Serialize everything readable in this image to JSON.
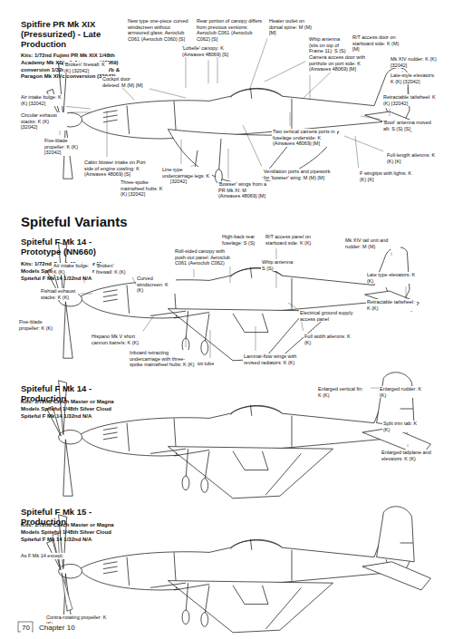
{
  "diagram": {
    "labels": [
      "Spitfire PR Mk XIX (Pressurized) - Late Production",
      "Kits: 1/72nd Fujimi PR Mk XIX 1/48th Academy Mk XIVc & Airwaves (48069) conversion 1/32nd Hasegawa Mk Vb & Paragon Mk XIVc conversion (32042)",
      "New type one-piece curved windscreen without armoured glass: Aeroclub C061 (Aeroclub C060) [S]",
      "Rear portion of canopy differs from previous versions: Aeroclub C061 (Aeroclub C062) [S]",
      "Heater outlet on dorsal spine: M (M) [M]",
      "Whip antenna (sits on top of Frame 11): S (S) [S]",
      "R/T access door on starboard side: K (M) [M]",
      "Camera access door with porthole on port side: K (Airwaves 48069) [M]",
      "Mk XIV rudder: K (K) [32042]",
      "Late-style elevators: K (K) [32042]",
      "Retractable tailwheel: K (K) [32042]",
      "'Boot' antenna moved aft: S (S) [S]",
      "Full-length ailerons: K (K) [K]",
      "F wingtips with lights: K (K) [K]",
      "Two vertical camera ports in fuselage underside: K (Airwaves 48069) [M]",
      "Ventilation ports and pipework for 'bowser' wing: M (M) [M]",
      "'Bowser' wings from a PR Mk XI: M (Airwaves 48069) [M]",
      "Line-type undercarriage legs: K (K) [32042]",
      "Three-spoke mainwheel hubs: K (K) [32042]",
      "Cabin blower intake on Port side of engine cowling: K (Airwaves 48069) [S]",
      "Five-blade propeller: K (K) [32042]",
      "Circular exhaust stacks: K (K) [32042]",
      "Air intake bulge: K (K) [32042]",
      "'Broken' firewall: K (K) [32042]",
      "'Lobelle' canopy: K (Airwaves 48069) [S]",
      "Cockpit door deleted: M (M) [M]",
      "Spiteful Variants",
      "Spiteful F Mk 14 - Prototype (NN660)",
      "Kits: 1/72nd Czech Master or Magna Models Spiteful 1/48th Silver Cloud Spiteful F Mk 14 1/32nd N/A",
      "Air intake bulge: K (K)",
      "Fishtail exhaust stacks: K (K)",
      "'Broken' firewall: K (K)",
      "Curved windscreen: K (K)",
      "Roll-sided canopy with push-out panel: Aeroclub C061 (Aeroclub C062)",
      "High-back rear fuselage: S (S)",
      "R/T access panel on starboard side: K (K)",
      "Whip antenna: S (S)",
      "Mk XIV tail unit and rudder: M (M)",
      "Late type elevators: K (K)",
      "Retractable tailwheel: K (K)",
      "Electrical ground supply access panel",
      "Full width ailerons: K (K)",
      "Laminar-flow wings with revised radiators: K (K)",
      "Pitot tube",
      "Inboard retracting undercarriage with three-spoke mainwheel hubs: K (K)",
      "Hispano Mk V short cannon barrels: K (K)",
      "Five-blade propeller: K (K)",
      "Spiteful F Mk 14 - Production",
      "Kits: 1/72nd Czech Master or Magna Models Spiteful 1/48th Silver Cloud Spiteful F Mk 14 1/32nd N/A",
      "Enlarged vertical fin: K (K)",
      "Enlarged rudder: K (K)",
      "Split trim tab: K (K)",
      "Enlarged tailplane and elevators: K (K)",
      "Spiteful F Mk 15 - Production",
      "Kits: 1/72nd Czech Master or Magna Models Spiteful 1/48th Silver Cloud Spiteful F Mk 14 1/32nd N/A",
      "As F Mk 14 except;",
      "Contra-rotating propeller: K (S)",
      "70",
      "Chapter 10"
    ]
  }
}
